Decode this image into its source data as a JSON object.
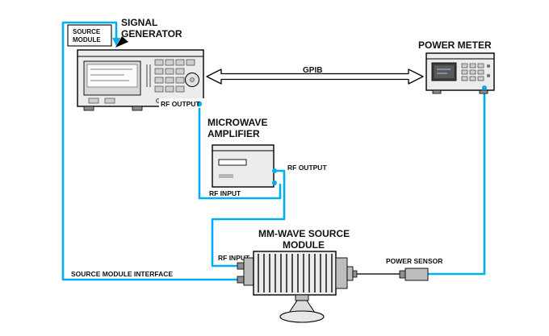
{
  "colors": {
    "cable": "#00AEEF",
    "ink": "#111111",
    "panel": "#ececec"
  },
  "labels": {
    "source_module_line1": "SOURCE",
    "source_module_line2": "MODULE",
    "signal_generator_line1": "SIGNAL",
    "signal_generator_line2": "GENERATOR",
    "rf_output_siggen": "RF OUTPUT",
    "gpib": "GPIB",
    "power_meter": "POWER METER",
    "microwave_amplifier_line1": "MICROWAVE",
    "microwave_amplifier_line2": "AMPLIFIER",
    "rf_output_amplifier": "RF OUTPUT",
    "rf_input_amplifier": "RF INPUT",
    "mmwave_module_line1": "MM-WAVE SOURCE",
    "mmwave_module_line2": "MODULE",
    "rf_input_module": "RF INPUT",
    "power_sensor": "POWER SENSOR",
    "source_module_interface": "SOURCE MODULE INTERFACE"
  }
}
